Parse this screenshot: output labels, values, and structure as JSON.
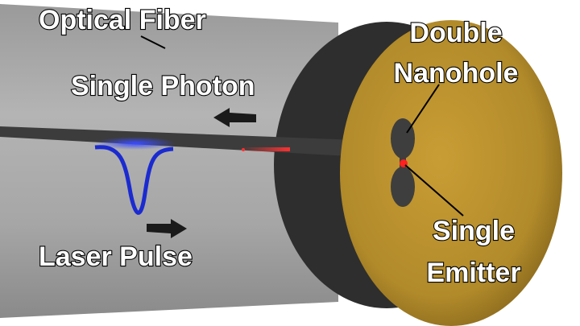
{
  "labels": {
    "optical_fiber": "Optical Fiber",
    "single_photon": "Single Photon",
    "laser_pulse": "Laser Pulse",
    "double_nanohole_line1": "Double",
    "double_nanohole_line2": "Nanohole",
    "single_emitter_line1": "Single",
    "single_emitter_line2": "Emitter"
  },
  "colors": {
    "fiber": "#a9a9a9",
    "core": "#3a3a3a",
    "gold": "#b8902a",
    "photon": "#2a3cff",
    "pulse": "#1a2bd0",
    "emitter": "#ff2020"
  }
}
